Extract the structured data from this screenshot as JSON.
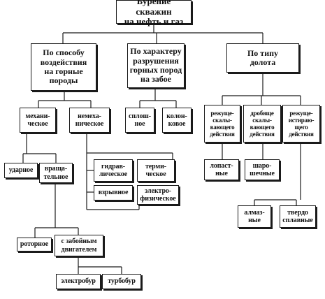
{
  "diagram": {
    "root": "Бурение скважин\nна нефть и газ",
    "by_action": "По способу\nвоздействия\nна горные\nпороды",
    "by_destruction": "По характеру\nразрушения\nгорных пород\nна забое",
    "by_bit": "По типу\nдолота",
    "mechanical": "механи-\nческое",
    "nonmechanical": "немеха-\nническое",
    "solid": "сплош-\nное",
    "core": "колон-\nковое",
    "cutting_shearing": "режуще-\nскалы-\nвающего\nдействия",
    "crushing_shearing": "дробяще\nскалы-\nвающего\nдействия",
    "cutting_abrading": "режуще-\nистираю-\nщего\nдействия",
    "percussion": "ударное",
    "rotary_motion": "враща-\nтельное",
    "hydraulic": "гидрав-\nлическое",
    "thermal": "терми-\nческое",
    "explosive": "взрывное",
    "electrophysical": "электро-\nфизическое",
    "blade": "лопаст-\nные",
    "roller_cone": "шаро-\nшечные",
    "diamond": "алмаз-\nные",
    "hard_alloy": "твердо\nсплавные",
    "rotor": "роторное",
    "downhole_motor": "с забойным\nдвигателем",
    "electrodrill": "электробур",
    "turbodrill": "турбобур"
  }
}
